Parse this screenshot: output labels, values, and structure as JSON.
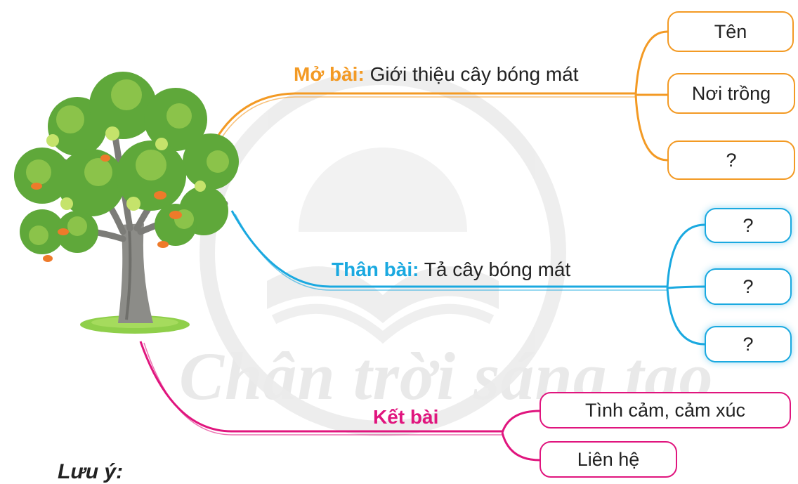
{
  "watermark": "Chân trời sáng tạo",
  "branches": {
    "intro": {
      "heading": "Mở bài:",
      "text": "Giới thiệu cây bóng mát",
      "color": "#f39a24",
      "nodes": [
        "Tên",
        "Nơi trồng",
        "?"
      ]
    },
    "body": {
      "heading": "Thân bài:",
      "text": "Tả cây bóng mát",
      "color": "#1aa9e0",
      "nodes": [
        "?",
        "?",
        "?"
      ]
    },
    "conclusion": {
      "heading": "Kết bài",
      "text": "",
      "color": "#e0157e",
      "nodes": [
        "Tình cảm, cảm xúc",
        "Liên hệ"
      ]
    }
  },
  "footer_note": "Lưu ý:"
}
